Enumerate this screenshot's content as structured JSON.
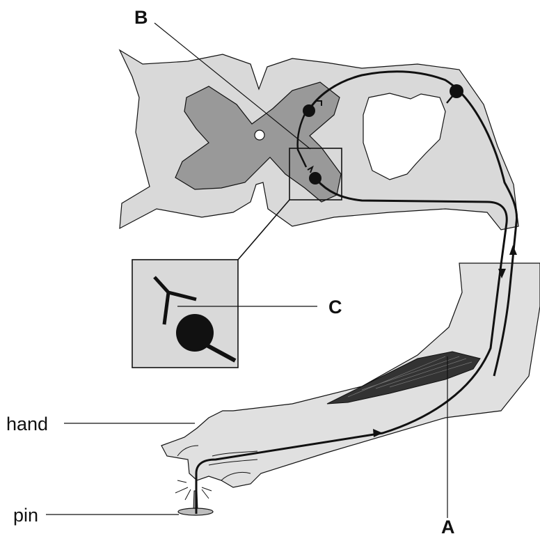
{
  "labels": {
    "A": "A",
    "B": "B",
    "C": "C",
    "hand": "hand",
    "pin": "pin"
  },
  "colors": {
    "grey_matter": "#999999",
    "white_matter": "#d9d9d9",
    "arm": "#e0e0e0",
    "muscle": "#333333",
    "line": "#111111"
  }
}
